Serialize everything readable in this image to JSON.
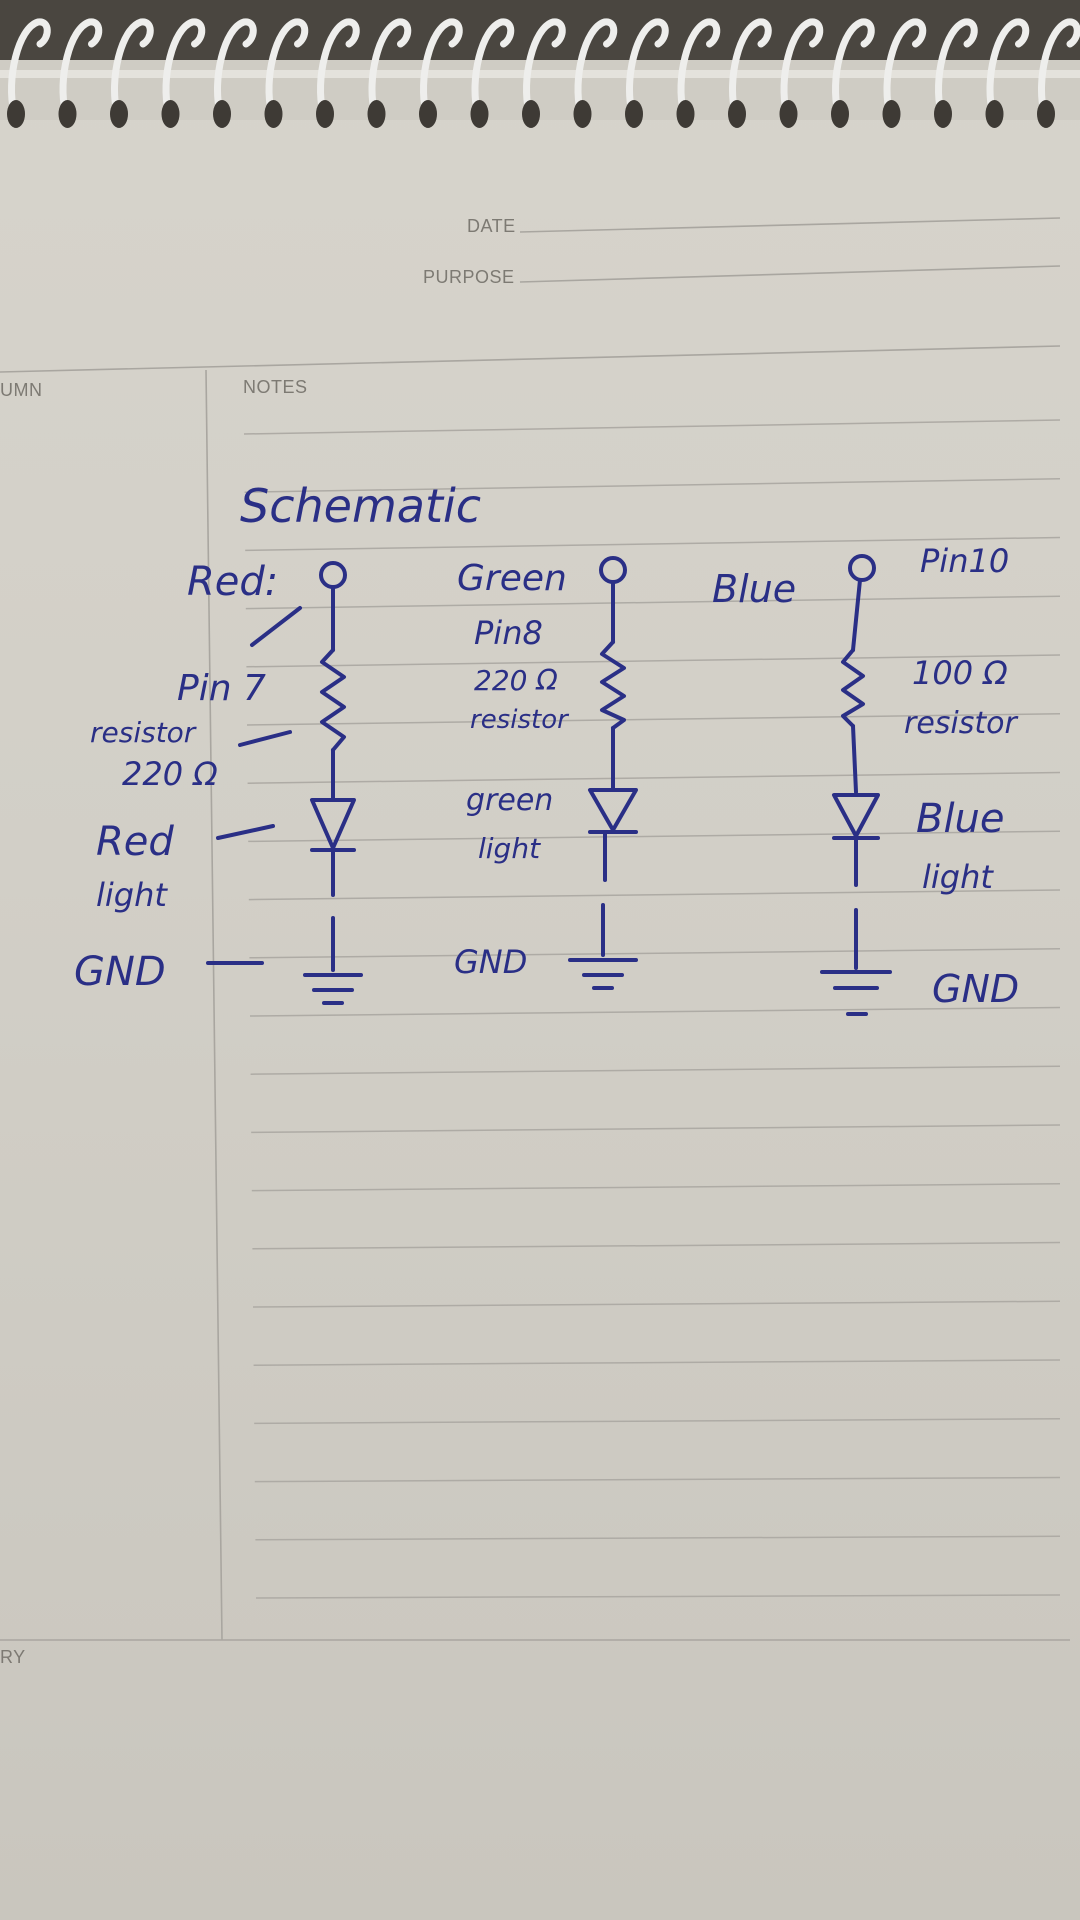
{
  "form": {
    "date_label": "DATE",
    "purpose_label": "PURPOSE",
    "column_label": "UMN",
    "notes_label": "NOTES",
    "summary_label": "RY"
  },
  "diagram": {
    "title": "Schematic",
    "red": {
      "color_label": "Red:",
      "pin_label": "Pin 7",
      "resistor_label": "resistor",
      "resistor_value": "220 Ω",
      "led_label_1": "Red",
      "led_label_2": "light",
      "ground_label": "GND"
    },
    "green": {
      "color_label": "Green",
      "pin_label": "Pin8",
      "resistor_value": "220 Ω",
      "resistor_label": "resistor",
      "led_label_1": "green",
      "led_label_2": "light",
      "ground_label": "GND"
    },
    "blue": {
      "color_label": "Blue",
      "pin_label": "Pin10",
      "resistor_value": "100 Ω",
      "resistor_label": "resistor",
      "led_label_1": "Blue",
      "led_label_2": "light",
      "ground_label": "GND"
    }
  },
  "colors": {
    "paper": "#d2cfc7",
    "ink": "#2a2f86",
    "print": "#7d7a73",
    "spiral": "#eeeeec"
  },
  "icons": [
    "spiral-binding",
    "open-terminal-circle",
    "resistor-zigzag",
    "led-diode",
    "ground-symbol"
  ]
}
